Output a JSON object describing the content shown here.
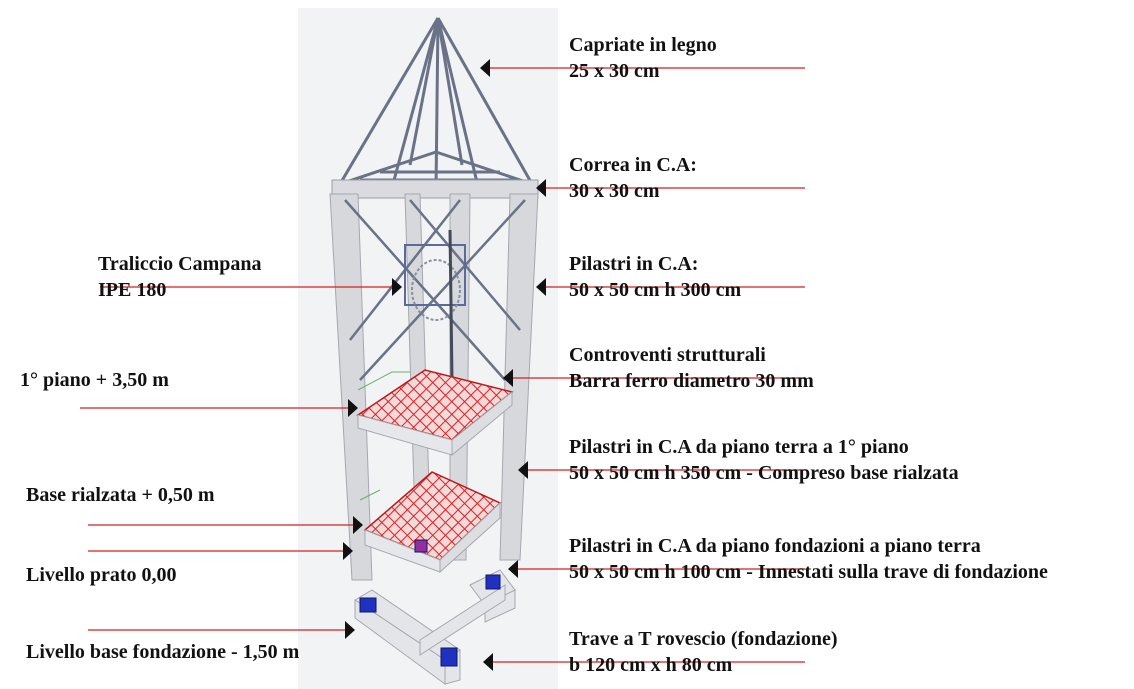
{
  "colors": {
    "leader_line": "#d42020",
    "slab_mesh": "#e02020",
    "truss": "#6a7288",
    "concrete": "#d6d8dc",
    "arrow": "#111111"
  },
  "labels": {
    "capriate": {
      "line1": "Capriate in legno",
      "line2": "25 x 30 cm"
    },
    "correa": {
      "line1": "Correa in C.A:",
      "line2": "30 x 30 cm"
    },
    "pilastri_top": {
      "line1": "Pilastri in C.A:",
      "line2": "50 x 50 cm h 300 cm"
    },
    "traliccio": {
      "line1": "Traliccio Campana",
      "line2": "IPE 180"
    },
    "controventi": {
      "line1": "Controventi strutturali",
      "line2": "Barra ferro diametro 30 mm"
    },
    "piano1": {
      "line1": "1° piano + 3,50 m"
    },
    "pilastri_mid": {
      "line1": "Pilastri in C.A da piano terra a 1° piano",
      "line2": "50 x 50 cm h 350 cm - Compreso base rialzata"
    },
    "base_rialzata": {
      "line1": "Base rialzata + 0,50 m"
    },
    "pilastri_low": {
      "line1": "Pilastri in C.A da piano fondazioni a piano terra",
      "line2": "50 x 50 cm h 100 cm - Innestati sulla trave di fondazione"
    },
    "livello_prato": {
      "line1": "Livello prato 0,00"
    },
    "trave": {
      "line1": "Trave a T rovescio (fondazione)",
      "line2": "b 120 cm x h 80 cm"
    },
    "livello_fondazione": {
      "line1": "Livello base fondazione - 1,50 m"
    }
  }
}
